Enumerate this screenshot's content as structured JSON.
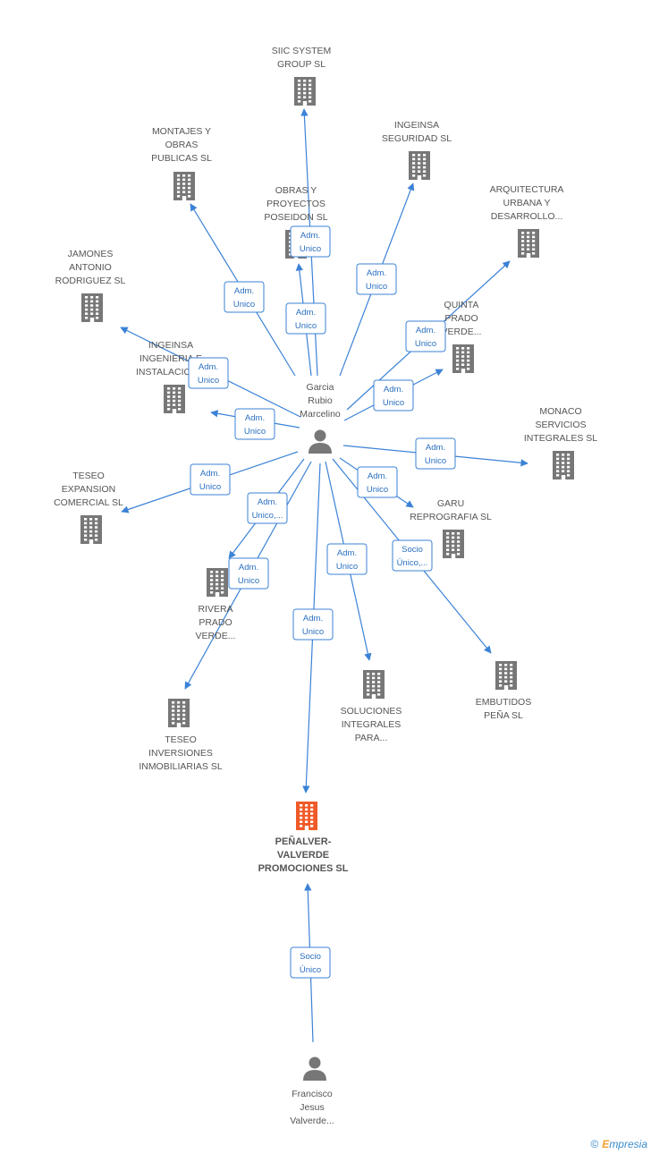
{
  "colors": {
    "edge": "#3b82d6",
    "company_icon": "#777777",
    "focus_company_icon": "#f05a28",
    "person_icon": "#777777"
  },
  "nodes": [
    {
      "id": "siic",
      "type": "company",
      "lines": [
        "SIIC SYSTEM",
        "GROUP SL"
      ]
    },
    {
      "id": "montajes",
      "type": "company",
      "lines": [
        "MONTAJES Y",
        "OBRAS",
        "PUBLICAS SL"
      ]
    },
    {
      "id": "ingeinsa_seg",
      "type": "company",
      "lines": [
        "INGEINSA",
        "SEGURIDAD SL"
      ]
    },
    {
      "id": "obras",
      "type": "company",
      "lines": [
        "OBRAS Y",
        "PROYECTOS",
        "POSEIDON SL"
      ]
    },
    {
      "id": "arquitectura",
      "type": "company",
      "lines": [
        "ARQUITECTURA",
        "URBANA Y",
        "DESARROLLO..."
      ]
    },
    {
      "id": "jamones",
      "type": "company",
      "lines": [
        "JAMONES",
        "ANTONIO",
        "RODRIGUEZ SL"
      ]
    },
    {
      "id": "quinta",
      "type": "company",
      "lines": [
        "QUINTA",
        "PRADO",
        "VERDE..."
      ]
    },
    {
      "id": "ingeinsa_ing",
      "type": "company",
      "lines": [
        "INGEINSA",
        "INGENIERIA E",
        "INSTALACION..."
      ]
    },
    {
      "id": "garcia",
      "type": "person",
      "lines": [
        "Garcia",
        "Rubio",
        "Marcelino"
      ]
    },
    {
      "id": "monaco",
      "type": "company",
      "lines": [
        "MONACO",
        "SERVICIOS",
        "INTEGRALES SL"
      ]
    },
    {
      "id": "teseo_exp",
      "type": "company",
      "lines": [
        "TESEO",
        "EXPANSION",
        "COMERCIAL SL"
      ]
    },
    {
      "id": "garu",
      "type": "company",
      "lines": [
        "GARU",
        "REPROGRAFIA SL"
      ]
    },
    {
      "id": "rivera",
      "type": "company",
      "lines": [
        "RIVERA",
        "PRADO",
        "VERDE..."
      ]
    },
    {
      "id": "embutidos",
      "type": "company",
      "lines": [
        "EMBUTIDOS",
        "PEÑA SL"
      ]
    },
    {
      "id": "soluciones",
      "type": "company",
      "lines": [
        "SOLUCIONES",
        "INTEGRALES",
        "PARA..."
      ]
    },
    {
      "id": "teseo_inv",
      "type": "company",
      "lines": [
        "TESEO",
        "INVERSIONES",
        "INMOBILIARIAS SL"
      ]
    },
    {
      "id": "penalver",
      "type": "company",
      "focus": true,
      "lines": [
        "PEÑALVER-",
        "VALVERDE",
        "PROMOCIONES SL"
      ]
    },
    {
      "id": "francisco",
      "type": "person",
      "lines": [
        "Francisco",
        "Jesus",
        "Valverde..."
      ]
    }
  ],
  "edges": [
    {
      "from": "garcia",
      "to": "siic",
      "lines": [
        "Adm.",
        "Unico"
      ]
    },
    {
      "from": "garcia",
      "to": "montajes",
      "lines": [
        "Adm.",
        "Unico"
      ]
    },
    {
      "from": "garcia",
      "to": "ingeinsa_seg",
      "lines": [
        "Adm.",
        "Unico"
      ]
    },
    {
      "from": "garcia",
      "to": "obras",
      "lines": [
        "Adm.",
        "Unico"
      ]
    },
    {
      "from": "garcia",
      "to": "arquitectura",
      "lines": [
        "Adm.",
        "Unico"
      ]
    },
    {
      "from": "garcia",
      "to": "jamones",
      "lines": [
        "Adm.",
        "Unico"
      ]
    },
    {
      "from": "garcia",
      "to": "quinta",
      "lines": [
        "Adm.",
        "Unico"
      ]
    },
    {
      "from": "garcia",
      "to": "ingeinsa_ing",
      "lines": [
        "Adm.",
        "Unico"
      ]
    },
    {
      "from": "garcia",
      "to": "monaco",
      "lines": [
        "Adm.",
        "Unico"
      ]
    },
    {
      "from": "garcia",
      "to": "teseo_exp",
      "lines": [
        "Adm.",
        "Unico"
      ]
    },
    {
      "from": "garcia",
      "to": "garu",
      "lines": [
        "Adm.",
        "Unico"
      ]
    },
    {
      "from": "garcia",
      "to": "rivera",
      "lines": [
        "Adm.",
        "Unico,..."
      ]
    },
    {
      "from": "garcia",
      "to": "teseo_inv",
      "lines": [
        "Adm.",
        "Unico"
      ]
    },
    {
      "from": "garcia",
      "to": "soluciones",
      "lines": [
        "Adm.",
        "Unico"
      ]
    },
    {
      "from": "garcia",
      "to": "embutidos",
      "lines": [
        "Socio",
        "Único,..."
      ]
    },
    {
      "from": "garcia",
      "to": "penalver",
      "lines": [
        "Adm.",
        "Unico"
      ]
    },
    {
      "from": "francisco",
      "to": "penalver",
      "lines": [
        "Socio",
        "Único"
      ]
    }
  ],
  "footer": {
    "copyright": "©",
    "brand_initial": "E",
    "brand_rest": "mpresia"
  }
}
